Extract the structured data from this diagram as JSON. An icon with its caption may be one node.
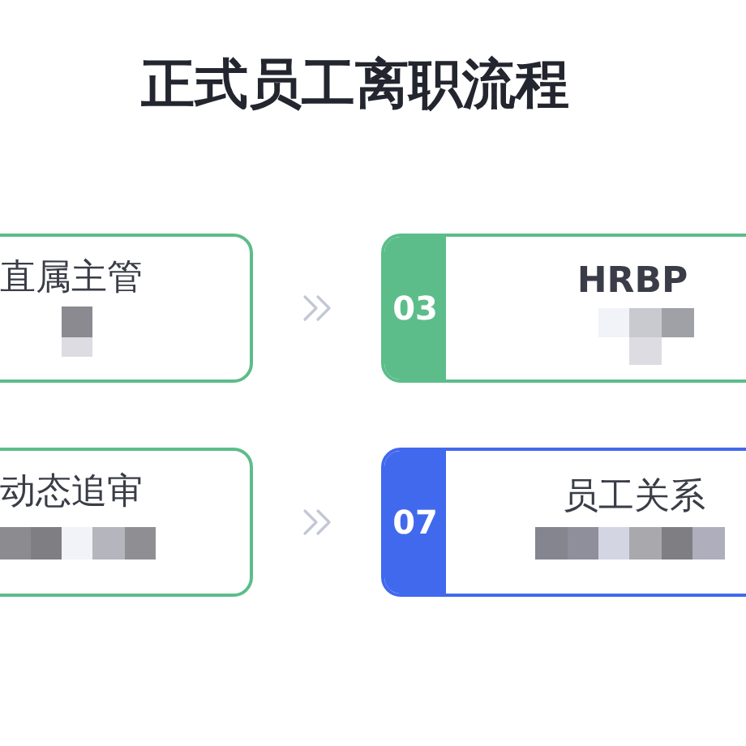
{
  "diagram": {
    "title": "正式员工离职流程",
    "nodes": [
      {
        "text": [
          "直属主管"
        ]
      },
      {
        "text": [
          "HRBP"
        ]
      },
      {
        "text": [
          "03"
        ],
        "in": 1
      },
      {
        "text": [
          "动态追审"
        ]
      },
      {
        "text": [
          "员工关系"
        ]
      },
      {
        "text": [
          "07"
        ],
        "in": 4
      }
    ],
    "edges": [
      {
        "from": 0,
        "to": 1,
        "arrow": "to"
      },
      {
        "from": 3,
        "to": 4,
        "arrow": "to"
      }
    ]
  }
}
